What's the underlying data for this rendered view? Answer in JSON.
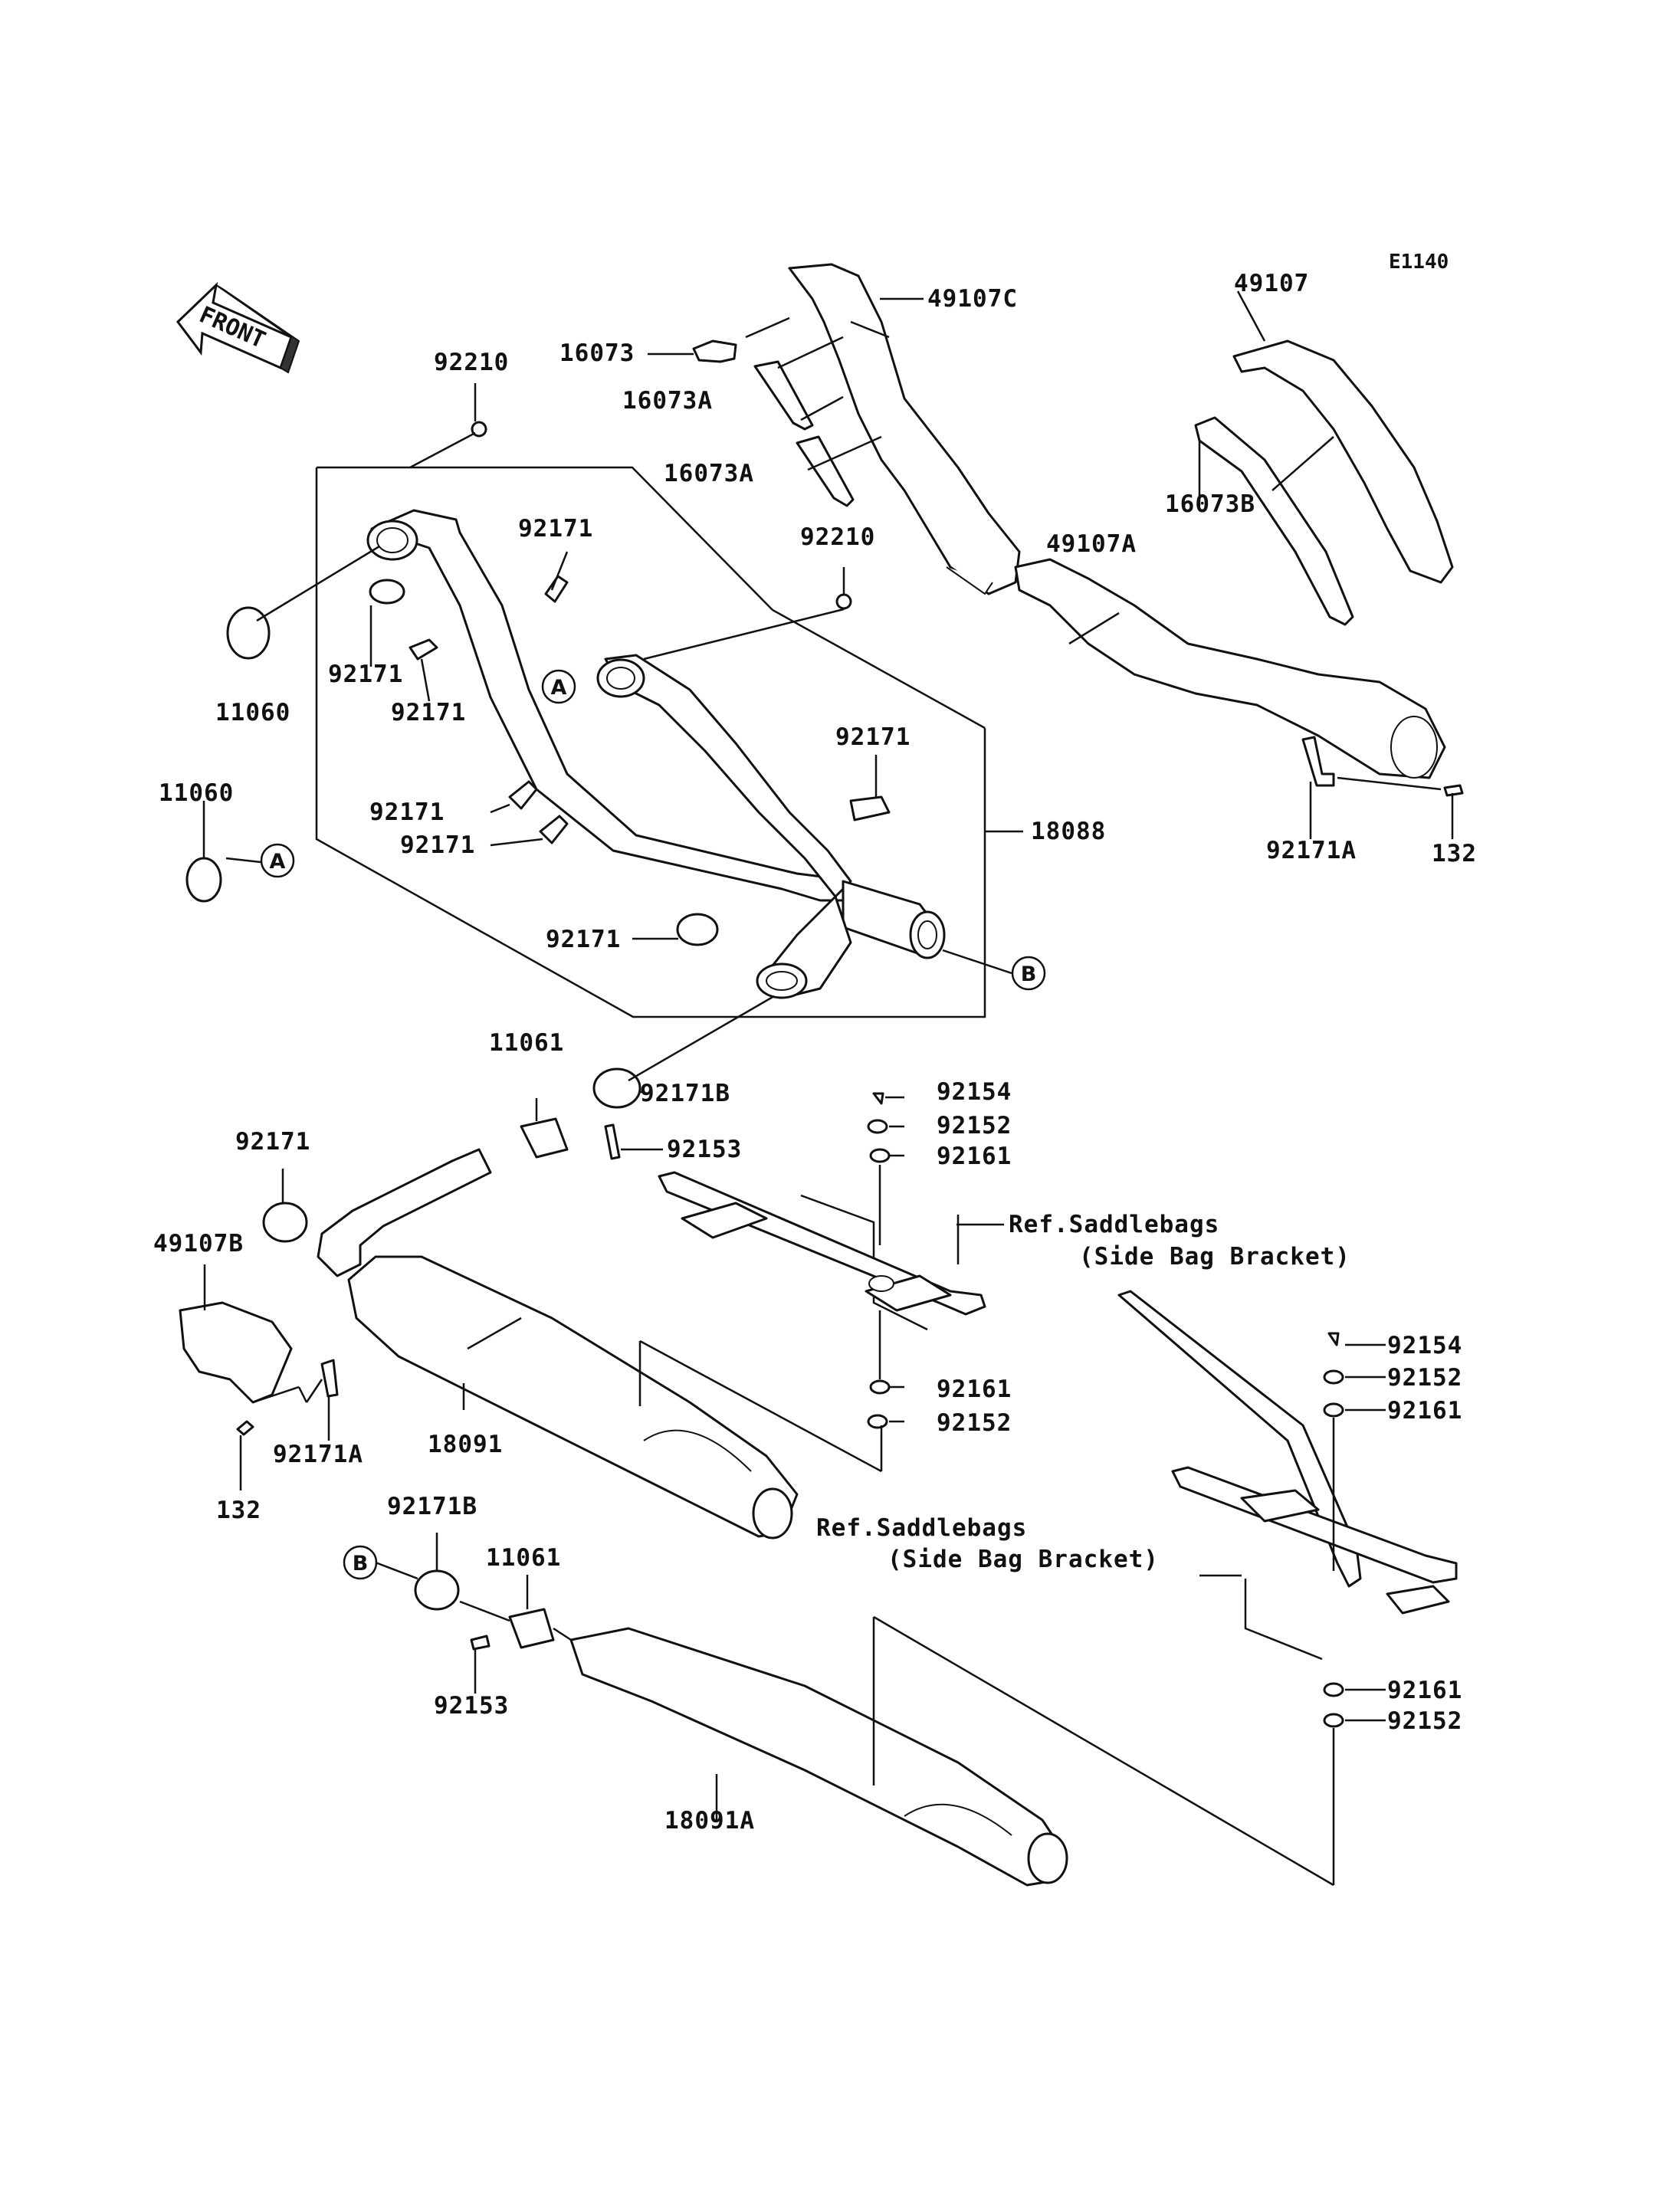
{
  "diagram_code": "E1140",
  "front_label": "FRONT",
  "callouts": {
    "A": "A",
    "B": "B"
  },
  "labels": {
    "p49107": "49107",
    "p16073": "16073",
    "p49107C": "49107C",
    "p16073A_1": "16073A",
    "p16073A_2": "16073A",
    "p16073B": "16073B",
    "p92210_1": "92210",
    "p92210_2": "92210",
    "p92171_a": "92171",
    "p92171_b": "92171",
    "p92171_c": "92171",
    "p92171_d": "92171",
    "p92171_e": "92171",
    "p92171_f": "92171",
    "p92171_g": "92171",
    "p92171_h": "92171",
    "p11060_1": "11060",
    "p11060_2": "11060",
    "p49107A": "49107A",
    "p92171A_1": "92171A",
    "p132_1": "132",
    "p18088": "18088",
    "p11061_1": "11061",
    "p92171B_1": "92171B",
    "p92153_1": "92153",
    "p92154_1": "92154",
    "p92152_1": "92152",
    "p92161_1": "92161",
    "p92161_2": "92161",
    "p92152_2": "92152",
    "p49107B": "49107B",
    "p92171A_2": "92171A",
    "p132_2": "132",
    "p18091": "18091",
    "p92171B_2": "92171B",
    "p11061_2": "11061",
    "p92153_2": "92153",
    "p18091A": "18091A",
    "p92154_2": "92154",
    "p92152_3": "92152",
    "p92161_3": "92161",
    "p92161_4": "92161",
    "p92152_4": "92152"
  },
  "references": {
    "ref1_line1": "Ref.Saddlebags",
    "ref1_line2": "(Side Bag Bracket)",
    "ref2_line1": "Ref.Saddlebags",
    "ref2_line2": "(Side Bag Bracket)"
  }
}
